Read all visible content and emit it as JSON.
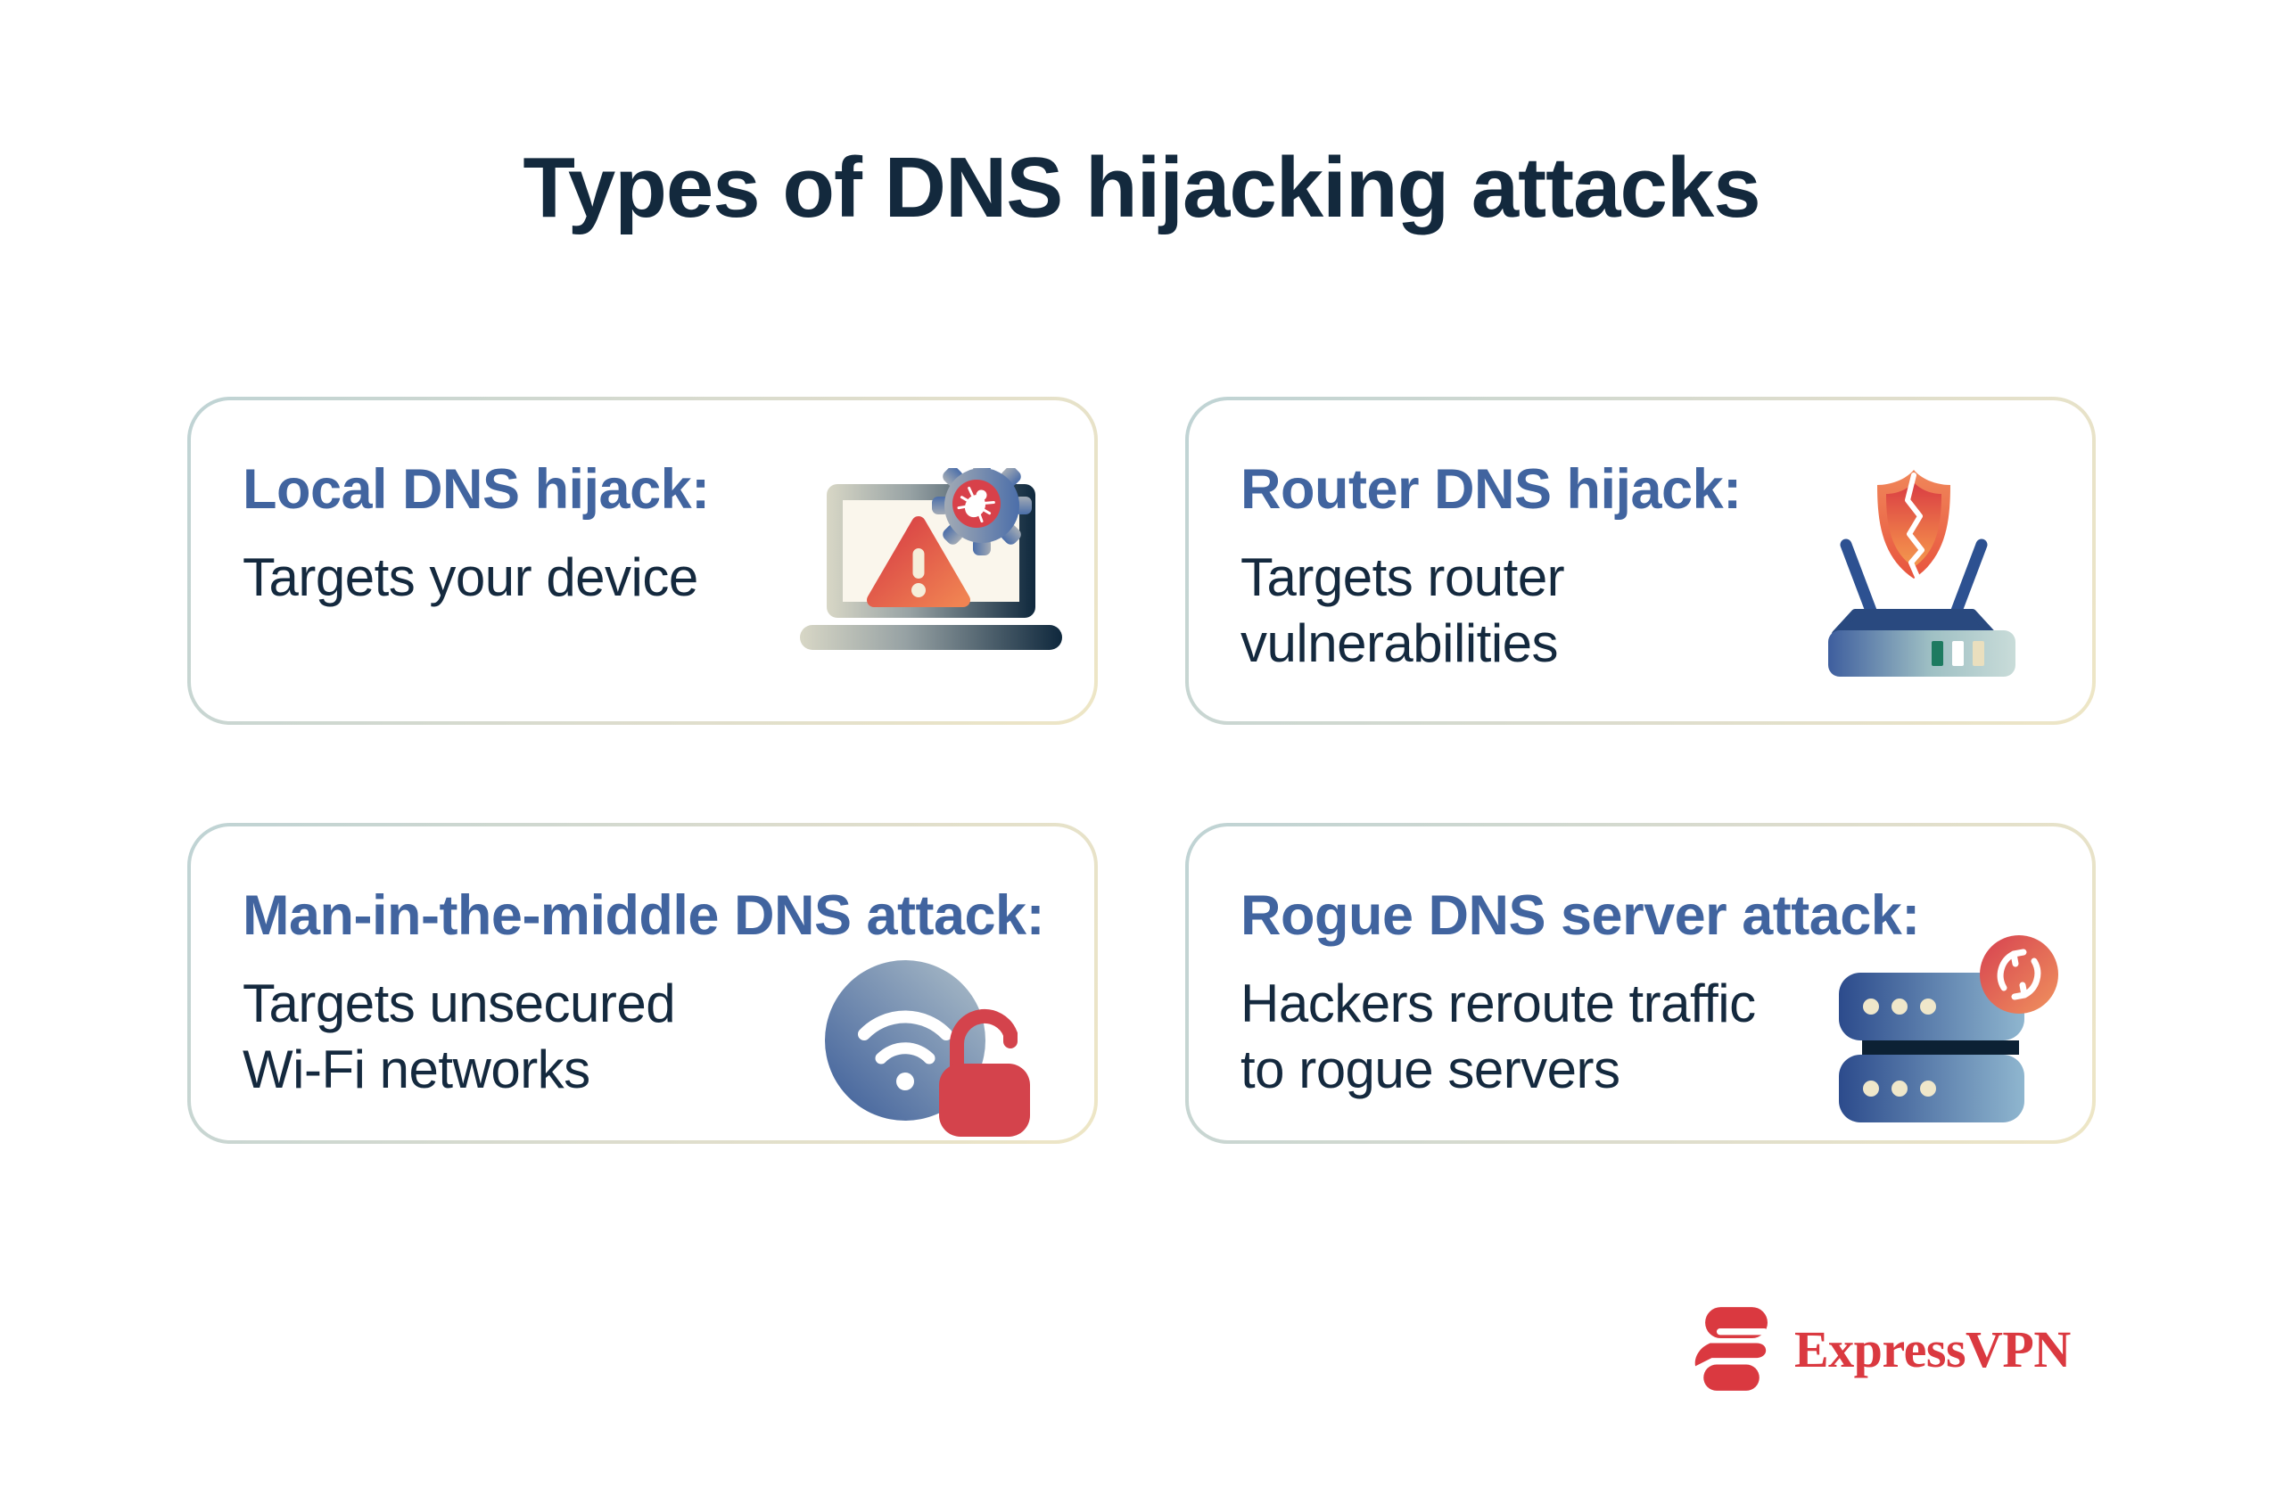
{
  "page": {
    "title": "Types of DNS hijacking attacks",
    "background": "#ffffff"
  },
  "colors": {
    "title_navy": "#13293d",
    "heading_blue": "#41649f",
    "body_navy": "#14293e",
    "card_border_start": "#bfd3d4",
    "card_border_end": "#eee6c6",
    "brand_red": "#da3940",
    "alert_red": "#d63b44",
    "alert_orange": "#f08352",
    "steel_blue": "#41649f",
    "cream": "#efe7ca",
    "status_green": "#1d7a60"
  },
  "cards": [
    {
      "heading": "Local DNS hijack:",
      "body": "Targets your device",
      "icon": "laptop-warning-gear-icon"
    },
    {
      "heading": "Router DNS hijack:",
      "body": "Targets router\nvulnerabilities",
      "icon": "router-broken-shield-icon"
    },
    {
      "heading": "Man-in-the-middle DNS attack:",
      "body": "Targets unsecured\nWi-Fi networks",
      "icon": "wifi-open-lock-icon"
    },
    {
      "heading": "Rogue DNS server attack:",
      "body": "Hackers reroute traffic\nto rogue servers",
      "icon": "server-reroute-icon"
    }
  ],
  "footer": {
    "brand": "ExpressVPN"
  }
}
